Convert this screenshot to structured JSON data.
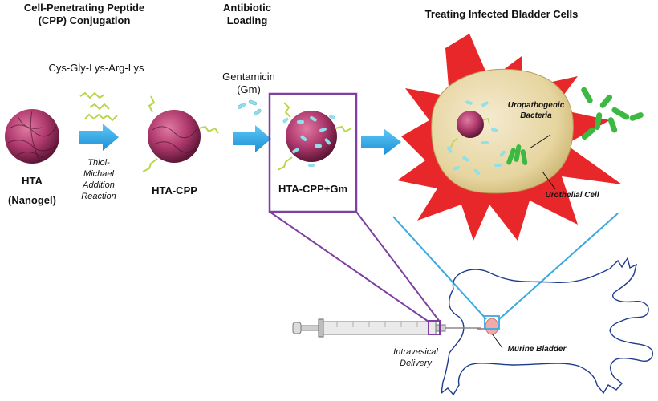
{
  "headers": {
    "cpp_line1": "Cell-Penetrating Peptide",
    "cpp_line2": "(CPP) Conjugation",
    "antibiotic_line1": "Antibiotic",
    "antibiotic_line2": "Loading",
    "treating": "Treating Infected Bladder Cells"
  },
  "peptide_sequence": "Cys-Gly-Lys-Arg-Lys",
  "reaction": [
    "Thiol-",
    "Michael",
    "Addition",
    "Reaction"
  ],
  "drug": {
    "line1": "Gentamicin",
    "line2": "(Gm)"
  },
  "nanoparticles": {
    "hta_line1": "HTA",
    "hta_line2": "(Nanogel)",
    "hta_cpp": "HTA-CPP",
    "hta_cpp_gm": "HTA-CPP+Gm"
  },
  "cell_labels": {
    "bacteria_line1": "Uropathogenic",
    "bacteria_line2": "Bacteria",
    "urothelial": "Urothelial Cell"
  },
  "delivery": {
    "line1": "Intravesical",
    "line2": "Delivery"
  },
  "bladder": "Murine Bladder",
  "colors": {
    "sphere": "#b03a6e",
    "arrow": "#2aa7e8",
    "peptide": "#b8d84a",
    "drug": "#8fe0ea",
    "starburst": "#e8272a",
    "cell": "#eadcaa",
    "bacteria": "#3cb843",
    "highlight_box": "#7d3fa0",
    "zoom_lines": "#39a9e0"
  }
}
